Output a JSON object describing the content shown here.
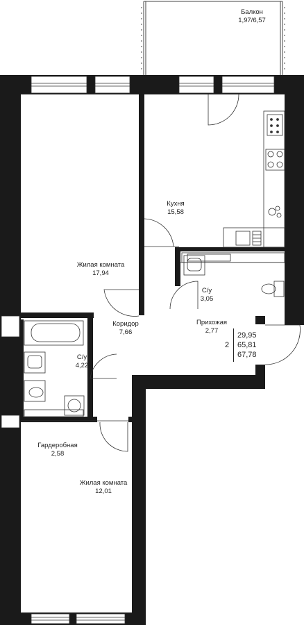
{
  "rooms": {
    "balcony": {
      "name": "Балкон",
      "area": "1,97/6,57"
    },
    "kitchen": {
      "name": "Кухня",
      "area": "15,58"
    },
    "living1": {
      "name": "Жилая комната",
      "area": "17,94"
    },
    "bath_small": {
      "name": "С/у",
      "area": "3,05"
    },
    "corridor": {
      "name": "Коридор",
      "area": "7,66"
    },
    "hall": {
      "name": "Прихожая",
      "area": "2,77"
    },
    "bath_large": {
      "name": "С/у",
      "area": "4,22"
    },
    "wardrobe": {
      "name": "Гардеробная",
      "area": "2,58"
    },
    "living2": {
      "name": "Жилая комната",
      "area": "12,01"
    }
  },
  "summary": {
    "rooms_count": "2",
    "living_area": "29,95",
    "total_area": "65,81",
    "total_with_balcony": "67,78"
  },
  "colors": {
    "wall": "#1a1a1a",
    "line": "#333333",
    "background": "#ffffff"
  }
}
